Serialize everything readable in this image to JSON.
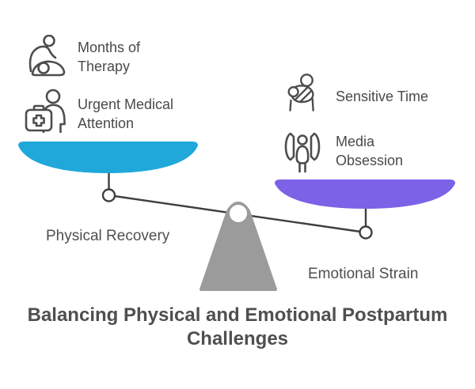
{
  "title": "Balancing Physical and Emotional Postpartum Challenges",
  "left_side": {
    "items": [
      {
        "icon": "therapy-icon",
        "label": "Months of Therapy"
      },
      {
        "icon": "first-aid-icon",
        "label": "Urgent Medical Attention"
      }
    ],
    "pan_label": "Physical Recovery"
  },
  "right_side": {
    "items": [
      {
        "icon": "baby-sling-icon",
        "label": "Sensitive Time"
      },
      {
        "icon": "media-crowd-icon",
        "label": "Media Obsession"
      }
    ],
    "pan_label": "Emotional Strain"
  },
  "colors": {
    "left_pan": "#21A8DB",
    "right_pan": "#7B62E6",
    "fulcrum": "#9B9B9B",
    "beam": "#3F3F3F",
    "icon": "#4D4D4D",
    "text": "#4A4A4A",
    "title": "#4F4F4F",
    "background": "#FFFFFF"
  }
}
